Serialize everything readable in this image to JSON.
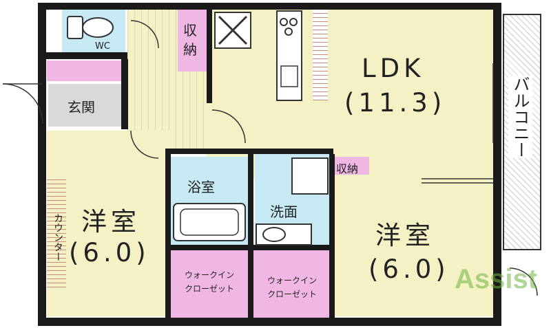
{
  "floorplan": {
    "rooms": {
      "ldk": {
        "name": "LDK",
        "size": "(11.3)"
      },
      "western_left": {
        "name": "洋室",
        "size": "(6.0)"
      },
      "western_right": {
        "name": "洋室",
        "size": "(6.0)"
      },
      "entrance": {
        "name": "玄関"
      },
      "bathroom": {
        "name": "浴室"
      },
      "washroom": {
        "name": "洗面"
      },
      "storage_top": {
        "name": "収\n納"
      },
      "storage_small": {
        "name": "収納"
      },
      "wc": {
        "name": "WC"
      },
      "balcony": {
        "name": "バルコニー"
      },
      "counter": {
        "name": "カウンター"
      },
      "walkin_left": {
        "name": "ウォークイン\nクローゼット"
      },
      "walkin_right": {
        "name": "ウォークイン\nクローゼット"
      }
    },
    "watermark": {
      "text": "Assist"
    },
    "colors": {
      "yellow": "#f4f1c5",
      "blue": "#c6e9f3",
      "pink": "#f1b7e4",
      "gray": "#d9d9d9",
      "wall": "#1a1a1a",
      "brick": "#c98b7b"
    }
  }
}
